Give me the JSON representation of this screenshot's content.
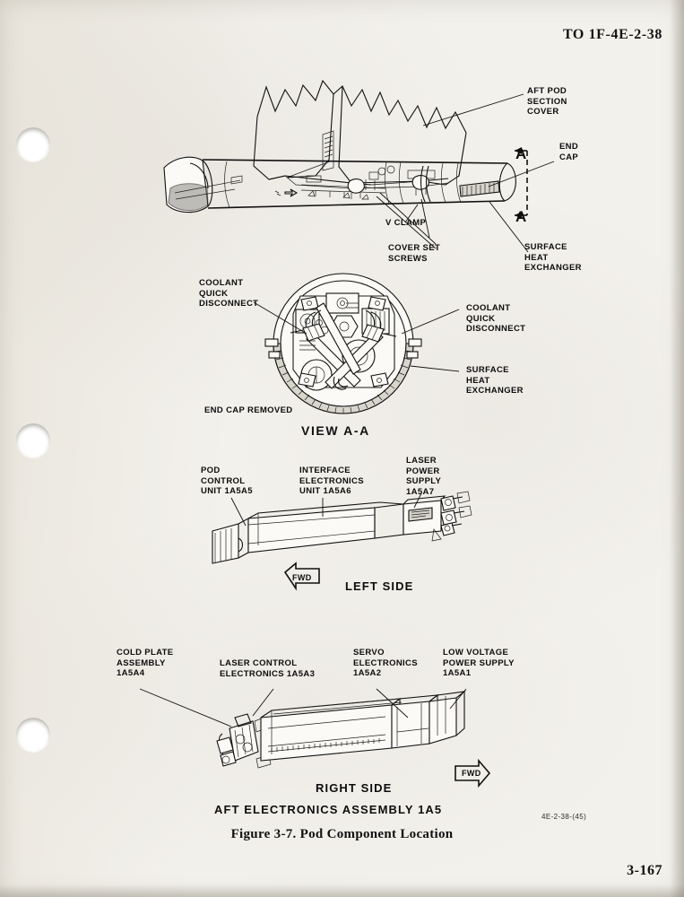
{
  "document": {
    "header": "TO 1F-4E-2-38",
    "page_number": "3-167",
    "figure_caption": "Figure 3-7. Pod Component Location",
    "drawing_number": "4E-2-38-(45)"
  },
  "top_view": {
    "callouts": [
      {
        "id": "aft-pod-section-cover",
        "text": "AFT POD\nSECTION\nCOVER"
      },
      {
        "id": "end-cap",
        "text": "END\nCAP"
      },
      {
        "id": "v-clamp",
        "text": "V CLAMP"
      },
      {
        "id": "cover-set-screws",
        "text": "COVER SET\nSCREWS"
      },
      {
        "id": "surface-heat-exchanger",
        "text": "SURFACE\nHEAT\nEXCHANGER"
      }
    ],
    "section_markers": [
      {
        "id": "section-marker-a-top",
        "text": "A"
      },
      {
        "id": "section-marker-a-bottom",
        "text": "A"
      }
    ]
  },
  "view_aa": {
    "title": "VIEW A-A",
    "callouts": [
      {
        "id": "coolant-quick-disconnect-left",
        "text": "COOLANT\nQUICK\nDISCONNECT"
      },
      {
        "id": "coolant-quick-disconnect-right",
        "text": "COOLANT\nQUICK\nDISCONNECT"
      },
      {
        "id": "surface-heat-exchanger",
        "text": "SURFACE\nHEAT\nEXCHANGER"
      },
      {
        "id": "end-cap-removed",
        "text": "END CAP REMOVED"
      }
    ]
  },
  "left_side_view": {
    "title": "LEFT SIDE",
    "direction_marker": "FWD",
    "callouts": [
      {
        "id": "pod-control-unit",
        "text": "POD\nCONTROL\nUNIT 1A5A5"
      },
      {
        "id": "interface-electronics-unit",
        "text": "INTERFACE\nELECTRONICS\nUNIT 1A5A6"
      },
      {
        "id": "laser-power-supply",
        "text": "LASER\nPOWER\nSUPPLY\n1A5A7"
      }
    ]
  },
  "right_side_view": {
    "title": "RIGHT SIDE",
    "direction_marker": "FWD",
    "assembly_title": "AFT ELECTRONICS ASSEMBLY 1A5",
    "callouts": [
      {
        "id": "cold-plate-assembly",
        "text": "COLD PLATE\nASSEMBLY\n1A5A4"
      },
      {
        "id": "laser-control-electronics",
        "text": "LASER CONTROL\nELECTRONICS 1A5A3"
      },
      {
        "id": "servo-electronics",
        "text": "SERVO\nELECTRONICS\n1A5A2"
      },
      {
        "id": "low-voltage-power-supply",
        "text": "LOW VOLTAGE\nPOWER SUPPLY\n1A5A1"
      }
    ]
  }
}
